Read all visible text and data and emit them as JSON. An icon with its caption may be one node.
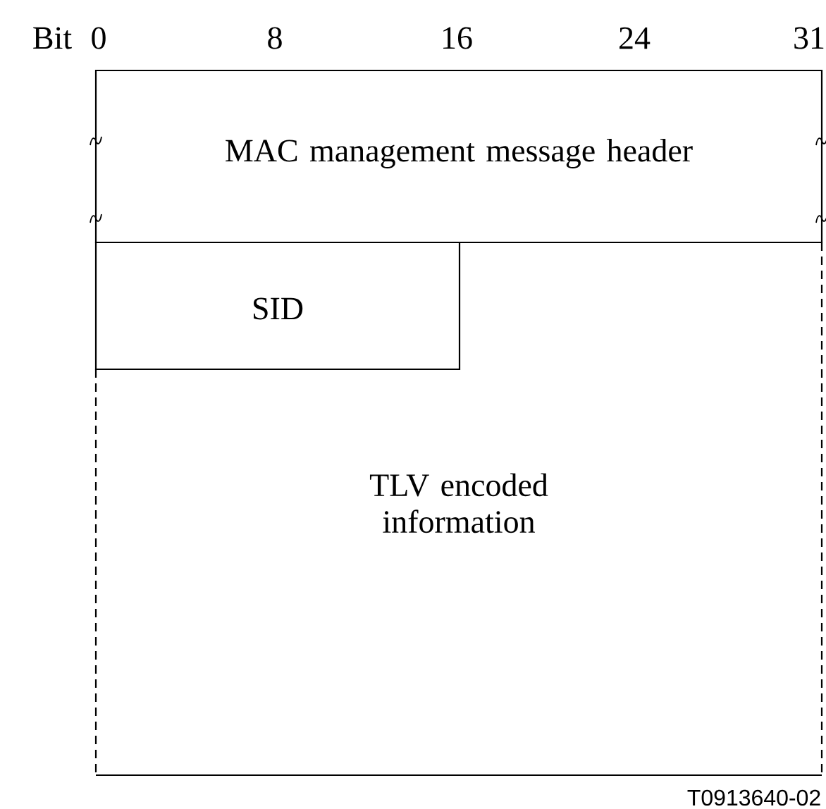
{
  "diagram": {
    "nodes": [
      {
        "text": [
          "MAC management message header"
        ]
      },
      {
        "text": [
          "SID"
        ],
        "in": 2
      },
      {
        "text": [
          "TLV encoded information"
        ]
      }
    ],
    "labels": [
      "Bit",
      "0",
      "8",
      "16",
      "24",
      "31",
      "T0913640-02"
    ]
  }
}
